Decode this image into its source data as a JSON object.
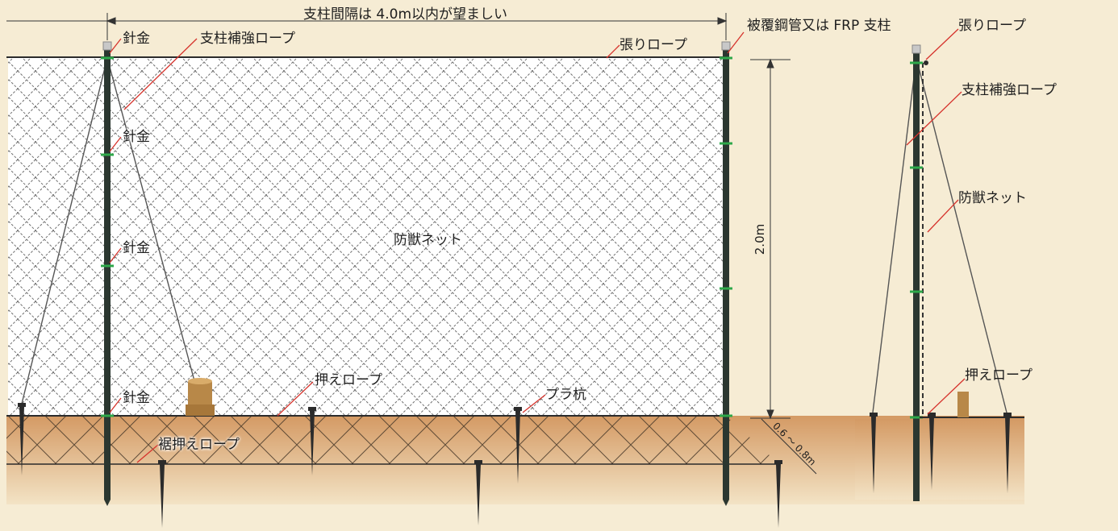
{
  "colors": {
    "background": "#f6ecd4",
    "ground": "#d9a877",
    "post": "#2b3730",
    "wire_clip": "#2ea84a",
    "leader_line": "#d6332c",
    "net_line": "#6f6f6f"
  },
  "front_view": {
    "spacing_label": "支柱間隔は 4.0m以内が望ましい",
    "height_label": "2.0m",
    "burial_label": "0.6 ～ 0.8m",
    "labels": {
      "wire_top": "針金",
      "post_brace_rope": "支柱補強ロープ",
      "wire_2": "針金",
      "wire_3": "針金",
      "wire_bottom": "針金",
      "tension_rope": "張りロープ",
      "post_type": "被覆鋼管又は FRP 支柱",
      "net": "防獣ネット",
      "hold_rope": "押えロープ",
      "plastic_stake": "プラ杭",
      "hem_rope": "裾押えロープ"
    }
  },
  "side_view": {
    "labels": {
      "tension_rope": "張りロープ",
      "post_brace_rope": "支柱補強ロープ",
      "net": "防獣ネット",
      "hold_rope": "押えロープ"
    }
  }
}
